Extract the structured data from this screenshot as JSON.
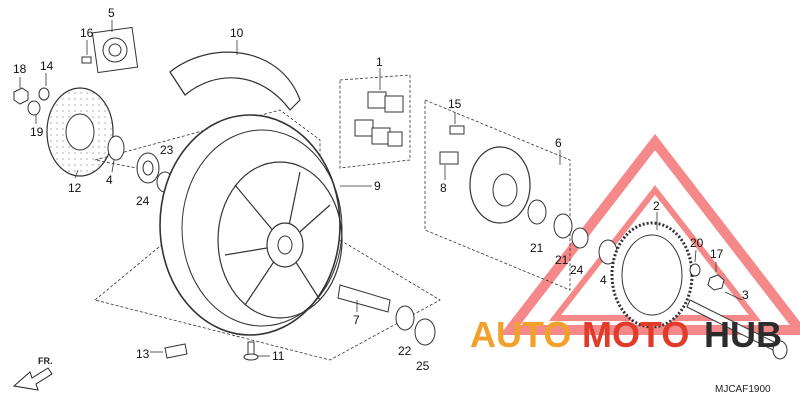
{
  "diagram": {
    "code": "MJCAF1900",
    "direction": "FR.",
    "parts": [
      {
        "id": "p1",
        "label": "1"
      },
      {
        "id": "p2",
        "label": "2"
      },
      {
        "id": "p3",
        "label": "3"
      },
      {
        "id": "p4a",
        "label": "4"
      },
      {
        "id": "p4b",
        "label": "4"
      },
      {
        "id": "p5",
        "label": "5"
      },
      {
        "id": "p6",
        "label": "6"
      },
      {
        "id": "p7",
        "label": "7"
      },
      {
        "id": "p8",
        "label": "8"
      },
      {
        "id": "p9",
        "label": "9"
      },
      {
        "id": "p10",
        "label": "10"
      },
      {
        "id": "p11",
        "label": "11"
      },
      {
        "id": "p12",
        "label": "12"
      },
      {
        "id": "p13",
        "label": "13"
      },
      {
        "id": "p14",
        "label": "14"
      },
      {
        "id": "p15",
        "label": "15"
      },
      {
        "id": "p16",
        "label": "16"
      },
      {
        "id": "p17",
        "label": "17"
      },
      {
        "id": "p18",
        "label": "18"
      },
      {
        "id": "p19",
        "label": "19"
      },
      {
        "id": "p20",
        "label": "20"
      },
      {
        "id": "p21a",
        "label": "21"
      },
      {
        "id": "p21b",
        "label": "21"
      },
      {
        "id": "p22",
        "label": "22"
      },
      {
        "id": "p23",
        "label": "23"
      },
      {
        "id": "p24a",
        "label": "24"
      },
      {
        "id": "p24b",
        "label": "24"
      },
      {
        "id": "p25",
        "label": "25"
      }
    ]
  },
  "watermark": {
    "brand_part1": "AUTO",
    "brand_part2": "MOTO",
    "brand_part3": "HUB",
    "colors": {
      "orange": "#f3a12a",
      "red": "#e23b2b",
      "dark": "#2c2c2c",
      "triangle": "#ee2a2a"
    }
  },
  "colors": {
    "line": "#333333",
    "ghost": "#c7c7c7"
  }
}
